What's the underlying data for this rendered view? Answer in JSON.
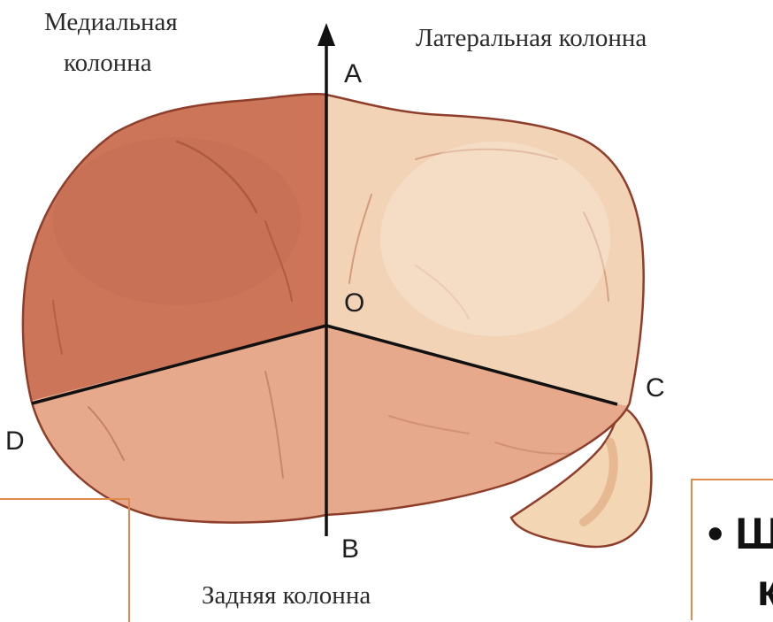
{
  "labels": {
    "medial_line1": "Медиальная",
    "medial_line2": "колонна",
    "lateral": "Латеральная колонна",
    "posterior": "Задняя колонна"
  },
  "points": {
    "a": "A",
    "o": "O",
    "b": "B",
    "c": "C",
    "d": "D"
  },
  "slide": {
    "bullet_line1": "• Ш",
    "bullet_line2": "к"
  },
  "colors": {
    "medial_region": "#cc7559",
    "lateral_region": "#f2d3b6",
    "posterior_region": "#e7a98b",
    "outline": "#8e3e2a",
    "axis_line": "#111111",
    "frame_border": "#e08a4c"
  }
}
